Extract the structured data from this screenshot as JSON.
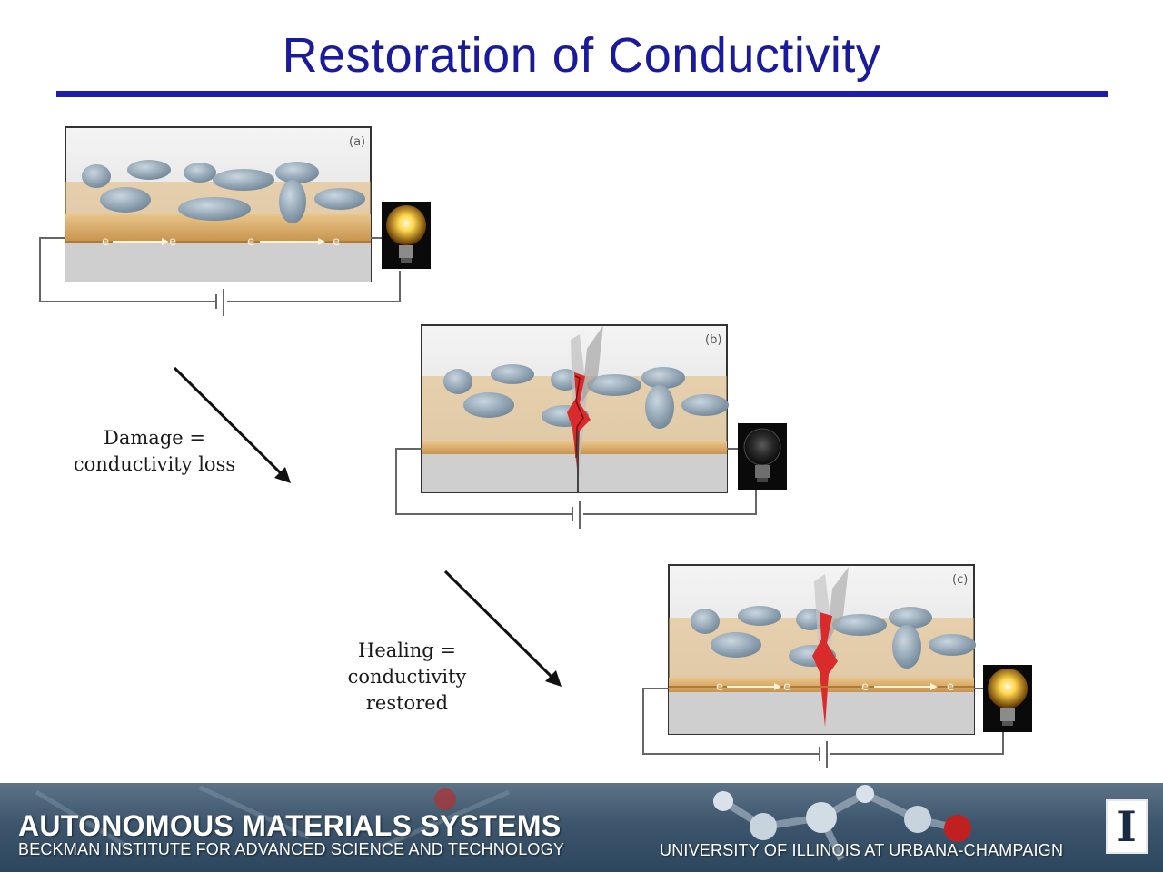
{
  "slide": {
    "title": "Restoration of Conductivity"
  },
  "panels": [
    {
      "tag": "(a)",
      "state": "intact",
      "bulb": "on",
      "electron_labels": [
        "e",
        "e",
        "e",
        "e"
      ]
    },
    {
      "tag": "(b)",
      "state": "damaged",
      "bulb": "off",
      "electron_labels": []
    },
    {
      "tag": "(c)",
      "state": "healed",
      "bulb": "on",
      "electron_labels": [
        "e",
        "e",
        "e",
        "e"
      ]
    }
  ],
  "captions": {
    "damage": [
      "Damage =",
      "conductivity loss"
    ],
    "healing": [
      "Healing =",
      "conductivity",
      "restored"
    ]
  },
  "icons": {
    "bulb_on": "lightbulb-lit-icon",
    "bulb_off": "lightbulb-unlit-icon",
    "battery": "battery-symbol-icon",
    "arrow": "arrow-down-right-icon",
    "logo": "university-block-i-logo"
  },
  "footer": {
    "title": "AUTONOMOUS MATERIALS SYSTEMS",
    "subtitle": "BECKMAN INSTITUTE FOR ADVANCED SCIENCE AND TECHNOLOGY",
    "university": "UNIVERSITY OF ILLINOIS AT URBANA-CHAMPAIGN",
    "logo_letter": "I"
  },
  "colors": {
    "title": "#1a1a9c",
    "rule": "#1c1cae",
    "copper_line": "#d2a35c",
    "capsule": "#8ea3b4",
    "crack": "#d92b2b",
    "bulb_glow": "#ffd54a"
  }
}
